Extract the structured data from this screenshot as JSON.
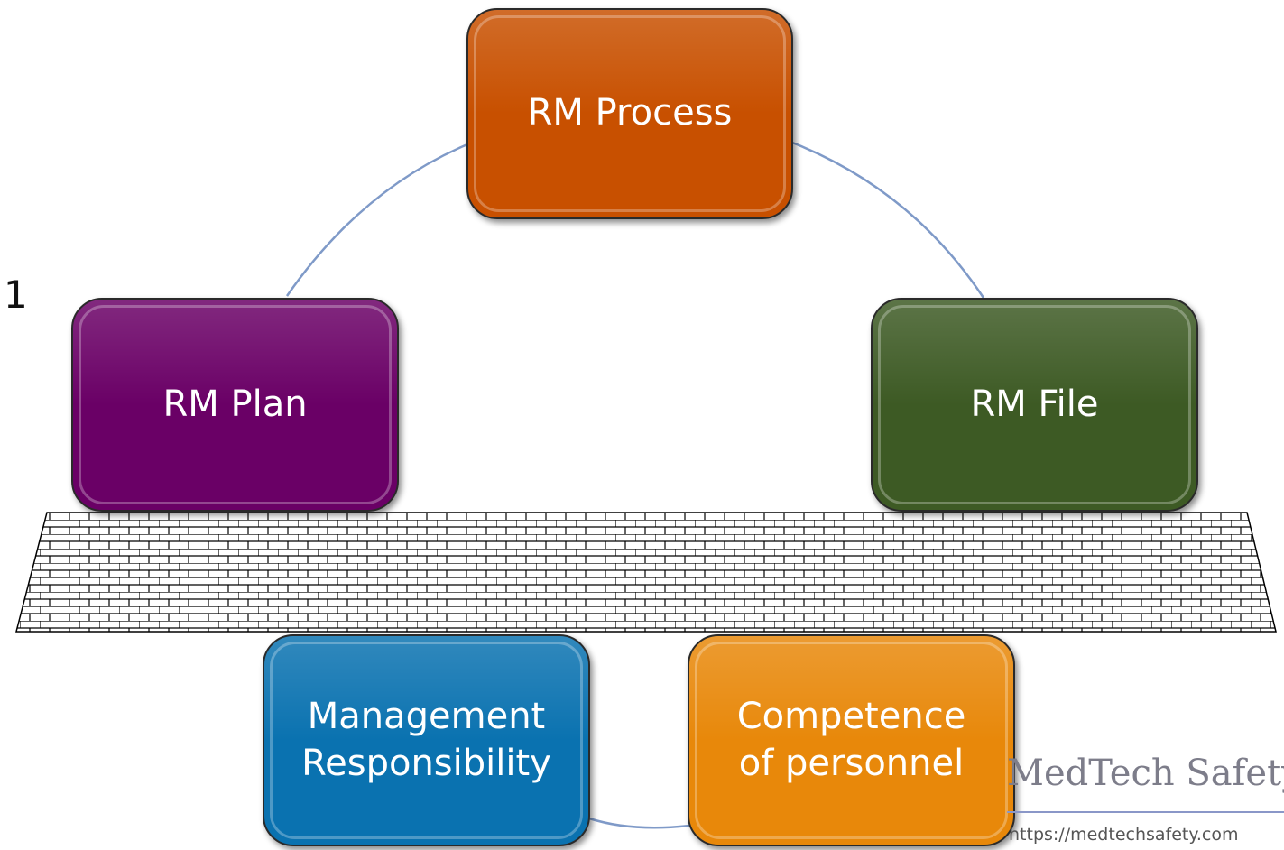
{
  "diagram": {
    "nodes": [
      {
        "id": "process",
        "label": "RM Process",
        "color": "#c85000"
      },
      {
        "id": "plan",
        "label": "RM Plan",
        "color": "#6a0066"
      },
      {
        "id": "file",
        "label": "RM File",
        "color": "#3d5a24"
      },
      {
        "id": "management",
        "label": "Management\nResponsibility",
        "color": "#0a72b0"
      },
      {
        "id": "competence",
        "label": "Competence\nof personnel",
        "color": "#e8880a"
      }
    ],
    "connector_color": "#7f9ac8",
    "foundation": {
      "pattern": "brick",
      "line_color": "#000000",
      "fill": "#ffffff"
    },
    "side_label": "1"
  },
  "watermark": {
    "name": "MedTech Safety",
    "url": "https://medtechsafety.com",
    "rule_color": "#8a97c8"
  }
}
